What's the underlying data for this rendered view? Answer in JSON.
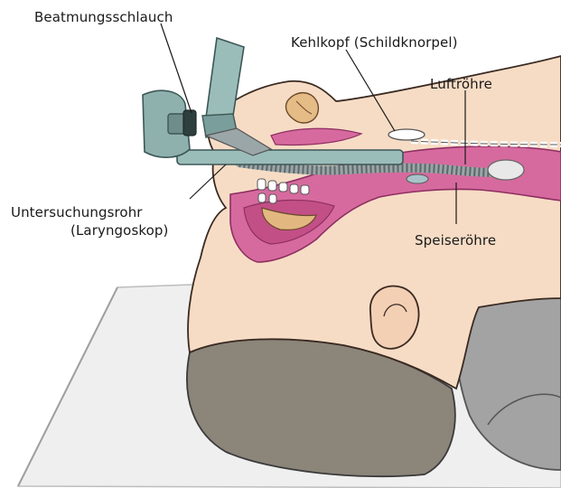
{
  "labels": {
    "ventilation_tube": "Beatmungsschlauch",
    "larynx": "Kehlkopf (Schildknorpel)",
    "trachea": "Luftröhre",
    "laryngoscope_line1": "Untersuchungsrohr",
    "laryngoscope_line2": "(Laryngoskop)",
    "esophagus": "Speiseröhre"
  },
  "colors": {
    "skin": "#f6dcc6",
    "skin_outline": "#3a2a22",
    "mucosa": "#d46a9c",
    "mucosa_dark": "#b94d84",
    "hair": "#8a8478",
    "instrument": "#8fb3b0",
    "instrument_dark": "#5f8784",
    "table": "#eeeeee",
    "pad": "#9c9c9c",
    "cartilage": "#e3b880"
  }
}
